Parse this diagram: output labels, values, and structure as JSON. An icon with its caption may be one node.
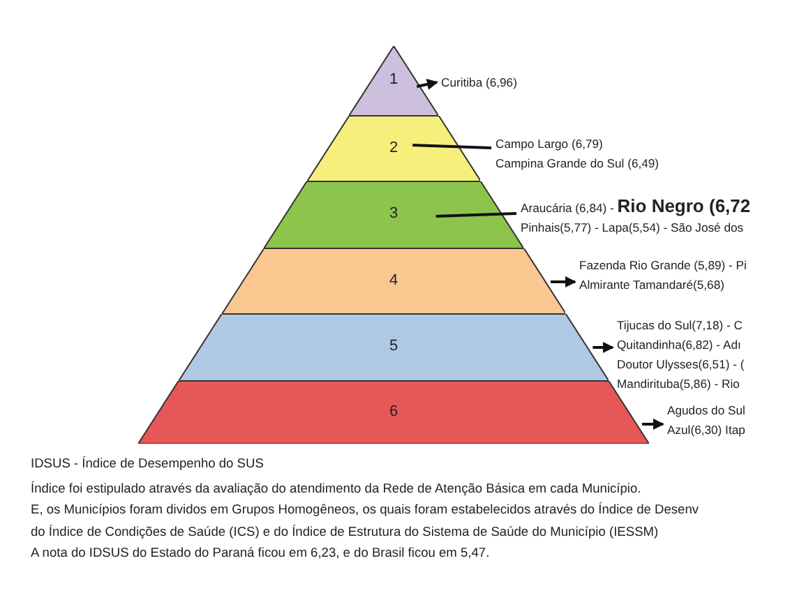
{
  "diagram": {
    "nodes": [
      {
        "text": [
          "1"
        ]
      },
      {
        "text": [
          "2"
        ]
      },
      {
        "text": [
          "3"
        ]
      },
      {
        "text": [
          "4"
        ]
      },
      {
        "text": [
          "5"
        ]
      },
      {
        "text": [
          "6"
        ]
      },
      {
        "text": [
          "Curitiba (6,96)"
        ]
      },
      {
        "text": [
          "Campo Largo (6,79)",
          "Campina Grande do Sul (6,49)"
        ]
      },
      {
        "text": [
          "Araucária (6,84) - **Rio Negro (6,72**",
          "Pinhais(5,77) - Lapa(5,54) - São José dos"
        ]
      },
      {
        "text": [
          "Fazenda Rio Grande (5,89) - Pi",
          "Almirante Tamandaré(5,68)"
        ]
      },
      {
        "text": [
          "Tijucas do Sul(7,18) - C",
          "Quitandinha(6,82) - Adı",
          "Doutor Ulysses(6,51) - (",
          "Mandirituba(5,86) - Rio"
        ]
      },
      {
        "text": [
          "Agudos do Sul",
          "Azul(6,30) Itap"
        ]
      }
    ],
    "edges": [
      {
        "from": 0,
        "to": 6,
        "arrow": "to"
      },
      {
        "from": 1,
        "to": 7,
        "arrow": "none"
      },
      {
        "from": 2,
        "to": 8,
        "arrow": "none"
      },
      {
        "from": 3,
        "to": 9,
        "arrow": "to"
      },
      {
        "from": 4,
        "to": 10,
        "arrow": "to"
      },
      {
        "from": 5,
        "to": 11,
        "arrow": "to"
      }
    ],
    "labels": [
      "IDSUS - Índice de Desempenho do SUS",
      "Índice foi estipulado através da avaliação do atendimento da Rede de Atenção Básica em cada Município.",
      "E, os Municípios foram dividos em Grupos Homogêneos, os quais foram estabelecidos através do Índice de Desenv",
      "do Índice de Condições de Saúde (ICS) e do Índice de Estrutura do Sistema de Saúde do Município (IESSM)",
      "A nota do IDSUS do Estado do Paraná ficou em 6,23, e do Brasil ficou em 5,47."
    ]
  }
}
